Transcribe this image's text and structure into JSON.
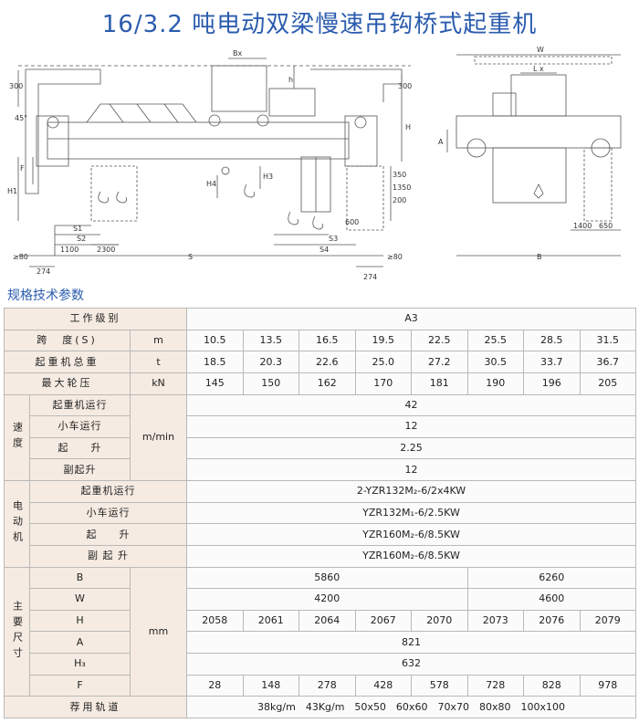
{
  "title": "16/3.2 吨电动双梁慢速吊钩桥式起重机",
  "section_heading": "规格技术参数",
  "drawing_labels": {
    "bx": "Bx",
    "h": "h",
    "d300a": "300",
    "d300b": "300",
    "d45": "45°",
    "F": "F",
    "H1": "H1",
    "H": "H",
    "H4": "H4",
    "H3": "H3",
    "d350": "350",
    "d1350": "1350",
    "d200": "200",
    "d600": "600",
    "S1": "S1",
    "S2": "S2",
    "S3": "S3",
    "S4": "S4",
    "S": "S",
    "d1100": "1100",
    "d2300": "2300",
    "d80a": "≥80",
    "d80b": "≥80",
    "d274a": "274",
    "d274b": "274",
    "W": "W",
    "Lx": "L x",
    "A": "A",
    "d1400": "1400",
    "d650": "650",
    "B": "B"
  },
  "table": {
    "work_class": {
      "label": "工作级别",
      "value": "A3"
    },
    "span": {
      "label": "跨　度(S)",
      "unit": "m",
      "values": [
        "10.5",
        "13.5",
        "16.5",
        "19.5",
        "22.5",
        "25.5",
        "28.5",
        "31.5"
      ]
    },
    "total_weight": {
      "label": "起重机总重",
      "unit": "t",
      "values": [
        "18.5",
        "20.3",
        "22.6",
        "25.0",
        "27.2",
        "30.5",
        "33.7",
        "36.7"
      ]
    },
    "max_wheel_load": {
      "label": "最大轮压",
      "unit": "kN",
      "values": [
        "145",
        "150",
        "162",
        "170",
        "181",
        "190",
        "196",
        "205"
      ]
    },
    "speed": {
      "group": "速度",
      "unit": "m/min",
      "rows": [
        {
          "label": "起重机运行",
          "value": "42"
        },
        {
          "label": "小车运行",
          "value": "12"
        },
        {
          "label": "起　　升",
          "value": "2.25"
        },
        {
          "label": "副起升",
          "value": "12"
        }
      ]
    },
    "motor": {
      "group": "电动机",
      "rows": [
        {
          "label": "起重机运行",
          "value": "2-YZR132M₂-6/2x4KW"
        },
        {
          "label": "小车运行",
          "value": "YZR132M₁-6/2.5KW"
        },
        {
          "label": "起　　升",
          "value": "YZR160M₂-6/8.5KW"
        },
        {
          "label": "副 起 升",
          "value": "YZR160M₂-6/8.5KW"
        }
      ]
    },
    "dims": {
      "group": "主要尺寸",
      "unit": "mm",
      "B": {
        "label": "B",
        "values": [
          "5860",
          "6260"
        ]
      },
      "W": {
        "label": "W",
        "values": [
          "4200",
          "4600"
        ]
      },
      "H": {
        "label": "H",
        "values": [
          "2058",
          "2061",
          "2064",
          "2067",
          "2070",
          "2073",
          "2076",
          "2079"
        ]
      },
      "A": {
        "label": "A",
        "value": "821"
      },
      "H3": {
        "label": "H₃",
        "value": "632"
      },
      "F": {
        "label": "F",
        "values": [
          "28",
          "148",
          "278",
          "428",
          "578",
          "728",
          "828",
          "978"
        ]
      }
    },
    "rail": {
      "label": "荐用轨道",
      "value": "38kg/m　43Kg/m　50x50　60x60　70x70　80x80　100x100"
    }
  }
}
